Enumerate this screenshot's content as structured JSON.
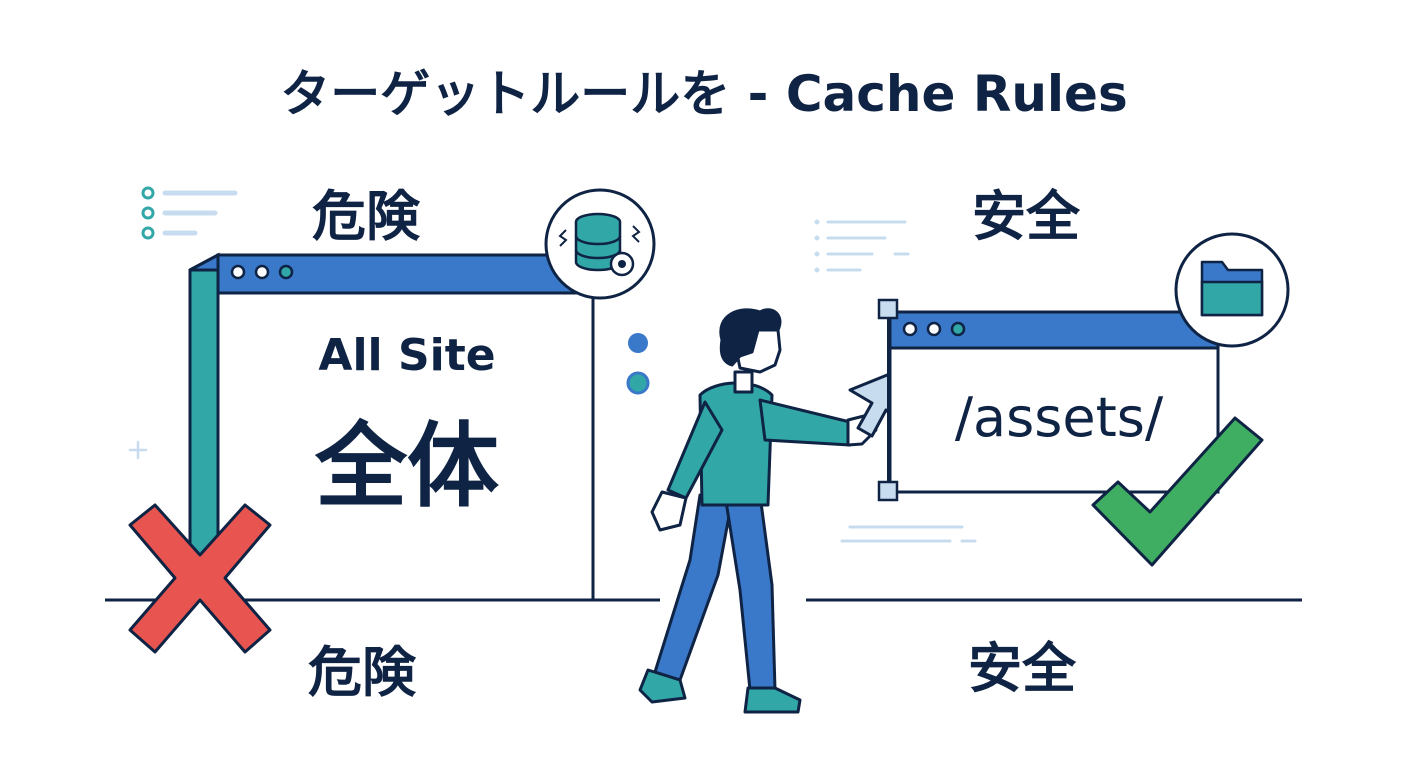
{
  "title": "ターゲットルールを - Cache Rules",
  "left_panel": {
    "label_top": "危険",
    "label_bottom": "危険",
    "window_line1": "All Site",
    "window_line2": "全体",
    "badge_icon": "database-gear-icon",
    "verdict_icon": "red-x-icon"
  },
  "right_panel": {
    "label_top": "安全",
    "label_bottom": "安全",
    "window_text": "/assets/",
    "badge_icon": "folder-icon",
    "verdict_icon": "green-check-icon"
  },
  "colors": {
    "navy": "#0f2344",
    "blue": "#3a78c9",
    "teal": "#32a7a8",
    "red": "#e8544f",
    "green": "#3fae62",
    "light_line": "#c8dcef"
  }
}
